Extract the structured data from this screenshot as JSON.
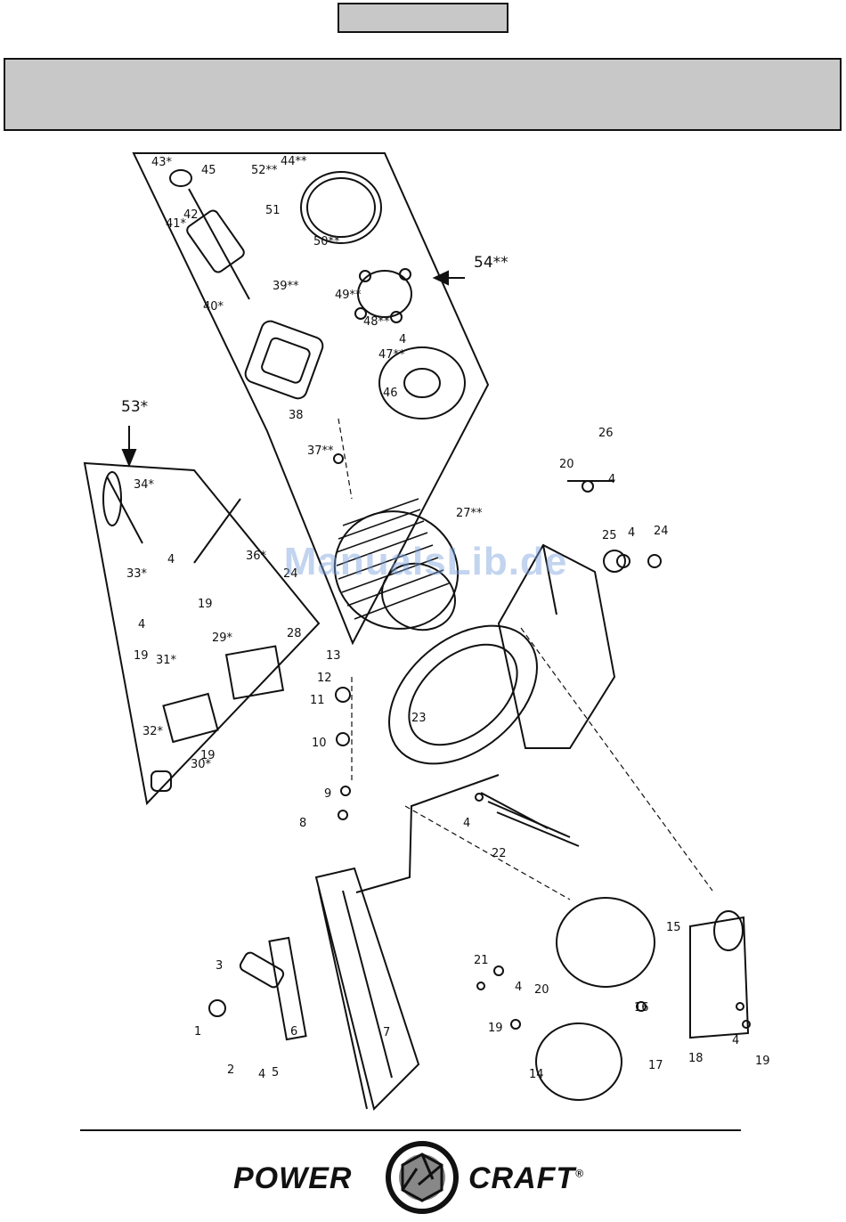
{
  "header": {
    "box_text": "",
    "band_text": ""
  },
  "watermark": "ManualsLib.de",
  "brand": {
    "left": "POWER",
    "right": "CRAFT",
    "reg": "®"
  },
  "labels": {
    "l1": "1",
    "l2": "2",
    "l3": "3",
    "l4": "4",
    "l5": "5",
    "l6": "6",
    "l7": "7",
    "l8": "8",
    "l9": "9",
    "l10": "10",
    "l11": "11",
    "l12": "12",
    "l13": "13",
    "l14": "14",
    "l15": "15",
    "l16": "16",
    "l17": "17",
    "l18": "18",
    "l19": "19",
    "l20": "20",
    "l21": "21",
    "l22": "22",
    "l23": "23",
    "l24": "24",
    "l25": "25",
    "l26": "26",
    "l27": "27**",
    "l28": "28",
    "l29": "29*",
    "l30": "30*",
    "l31": "31*",
    "l32": "32*",
    "l33": "33*",
    "l34": "34*",
    "l36": "36*",
    "l37": "37**",
    "l38": "38",
    "l39": "39**",
    "l40": "40*",
    "l41": "41*",
    "l42": "42",
    "l43": "43*",
    "l44": "44**",
    "l45": "45",
    "l46": "46",
    "l47": "47**",
    "l48": "48**",
    "l49": "49**",
    "l50": "50**",
    "l51": "51",
    "l52": "52**",
    "l53": "53*",
    "l54": "54**"
  }
}
